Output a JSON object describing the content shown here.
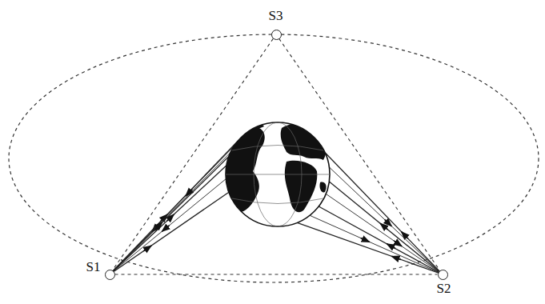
{
  "diagram": {
    "nodes": [
      {
        "text": [
          "S3"
        ]
      },
      {
        "text": [
          "S1"
        ]
      },
      {
        "text": [
          "S2"
        ]
      }
    ],
    "edges": [
      {
        "from": 0,
        "to": 1,
        "arrow": "none"
      },
      {
        "from": 0,
        "to": 2,
        "arrow": "none"
      },
      {
        "from": 1,
        "to": 2,
        "arrow": "none"
      }
    ]
  }
}
